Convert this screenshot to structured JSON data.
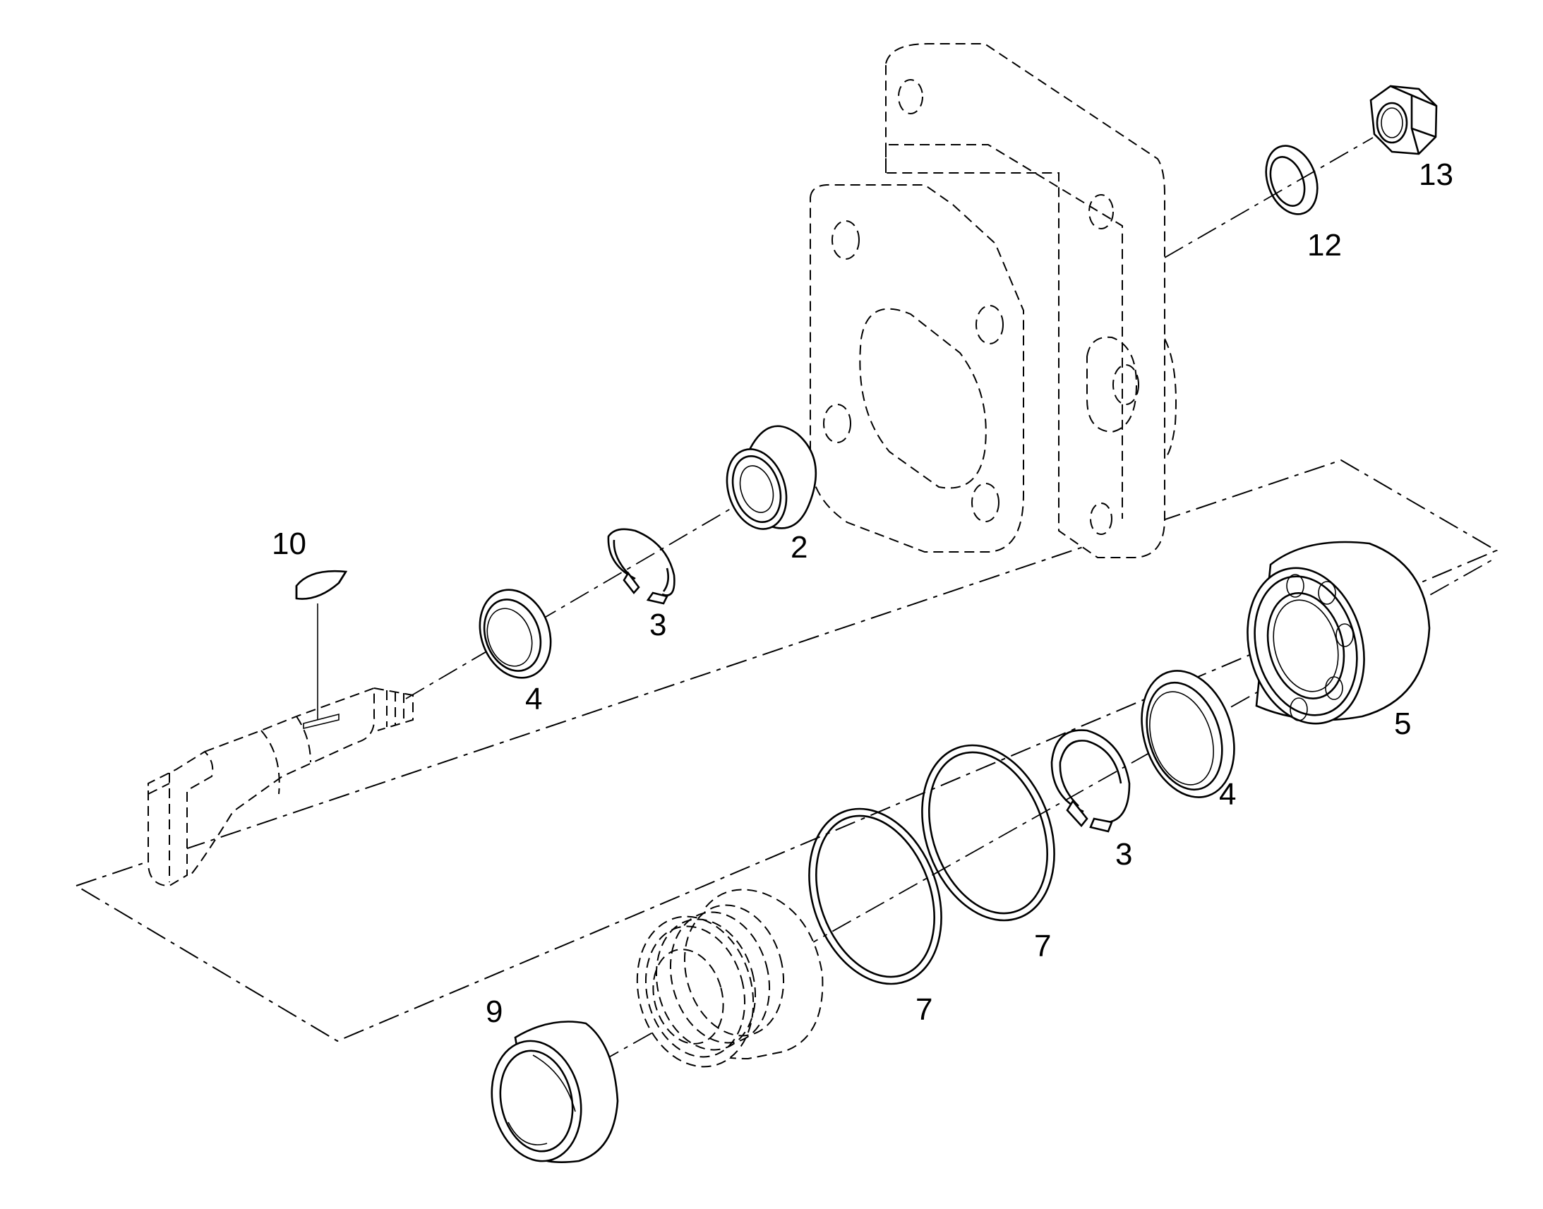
{
  "callouts": {
    "c2": "2",
    "c3a": "3",
    "c4a": "4",
    "c10": "10",
    "c12": "12",
    "c13": "13",
    "c5": "5",
    "c4b": "4",
    "c3b": "3",
    "c7a": "7",
    "c7b": "7",
    "c9": "9"
  }
}
